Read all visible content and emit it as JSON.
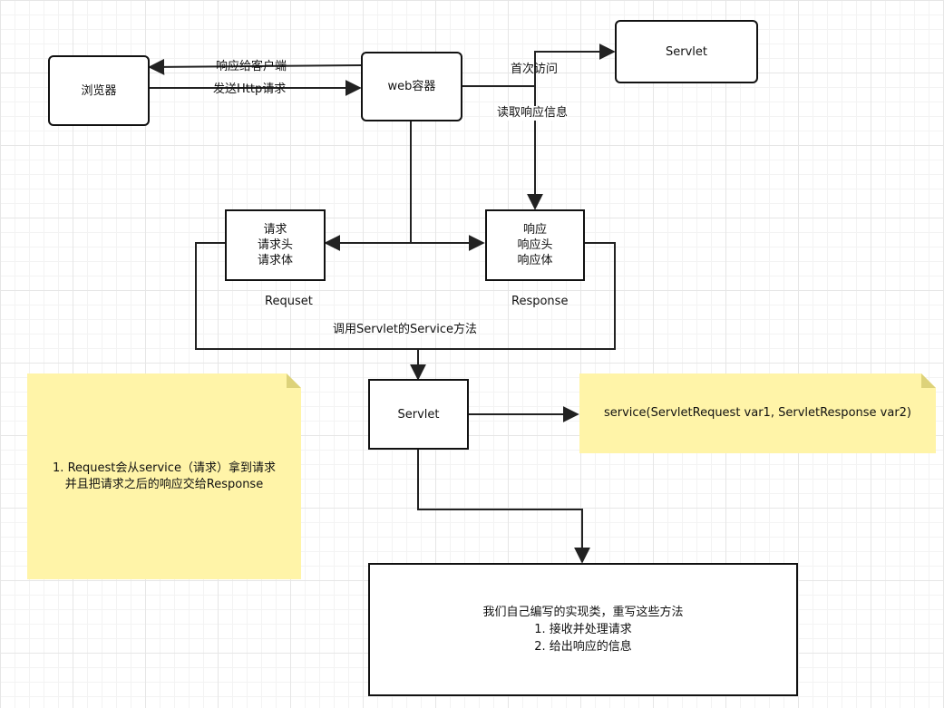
{
  "nodes": {
    "browser": "浏览器",
    "web_container": "web容器",
    "servlet_top": "Servlet",
    "request_box": "请求\n请求头\n请求体",
    "response_box": "响应\n响应头\n响应体",
    "servlet_mid": "Servlet",
    "impl_box": "我们自己编写的实现类，重写这些方法\n1. 接收并处理请求\n2. 给出响应的信息"
  },
  "labels": {
    "respond_to_client": "响应给客户端",
    "send_http_request": "发送Http请求",
    "first_access": "首次访问",
    "read_response_info": "读取响应信息",
    "request_caption": "Requset",
    "response_caption": "Response",
    "call_service": "调用Servlet的Service方法"
  },
  "notes": {
    "request_note": "1. Request会从service（请求）拿到请求\n并且把请求之后的响应交给Response",
    "service_signature": "service(ServletRequest var1, ServletResponse var2)"
  },
  "colors": {
    "line": "#222222",
    "note_fill": "#fff4a8"
  }
}
